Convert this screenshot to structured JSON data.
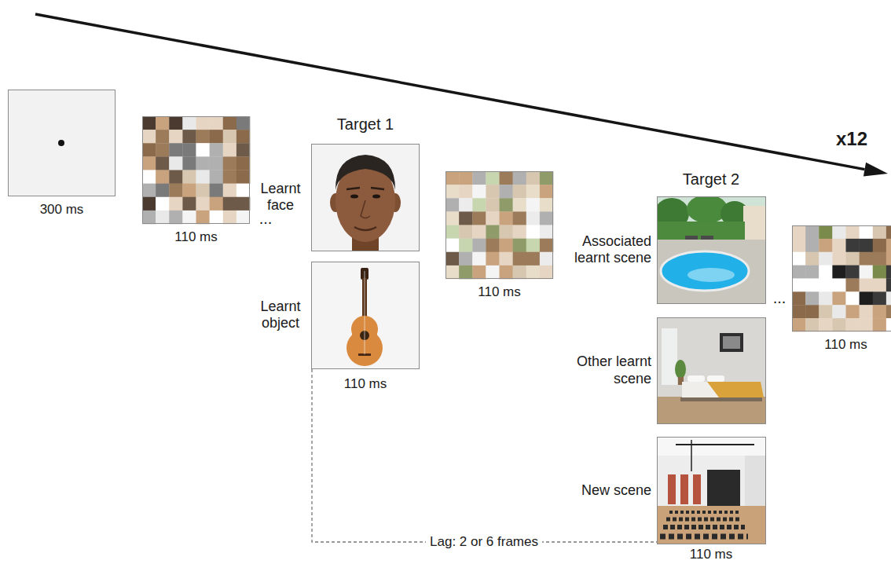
{
  "diagram": {
    "nodes": [
      {
        "text": [
          "300 ms"
        ]
      },
      {
        "text": [
          "110 ms"
        ]
      },
      {
        "text": [
          "Learnt face"
        ]
      },
      {
        "text": [
          "Learnt object"
        ]
      },
      {
        "text": [
          "110 ms"
        ]
      },
      {
        "text": [
          "Associated learnt scene"
        ]
      },
      {
        "text": [
          "Other learnt scene"
        ]
      },
      {
        "text": [
          "New scene"
        ]
      },
      {
        "text": [
          "110 ms"
        ]
      }
    ],
    "edges": [
      {
        "from": 3,
        "to": 7,
        "arrow": "none",
        "label": "Lag: 2 or 6 frames"
      }
    ],
    "labels": [
      "Target 1",
      "110 ms",
      "Target 2",
      "110 ms",
      "...",
      "...",
      "x12"
    ]
  }
}
